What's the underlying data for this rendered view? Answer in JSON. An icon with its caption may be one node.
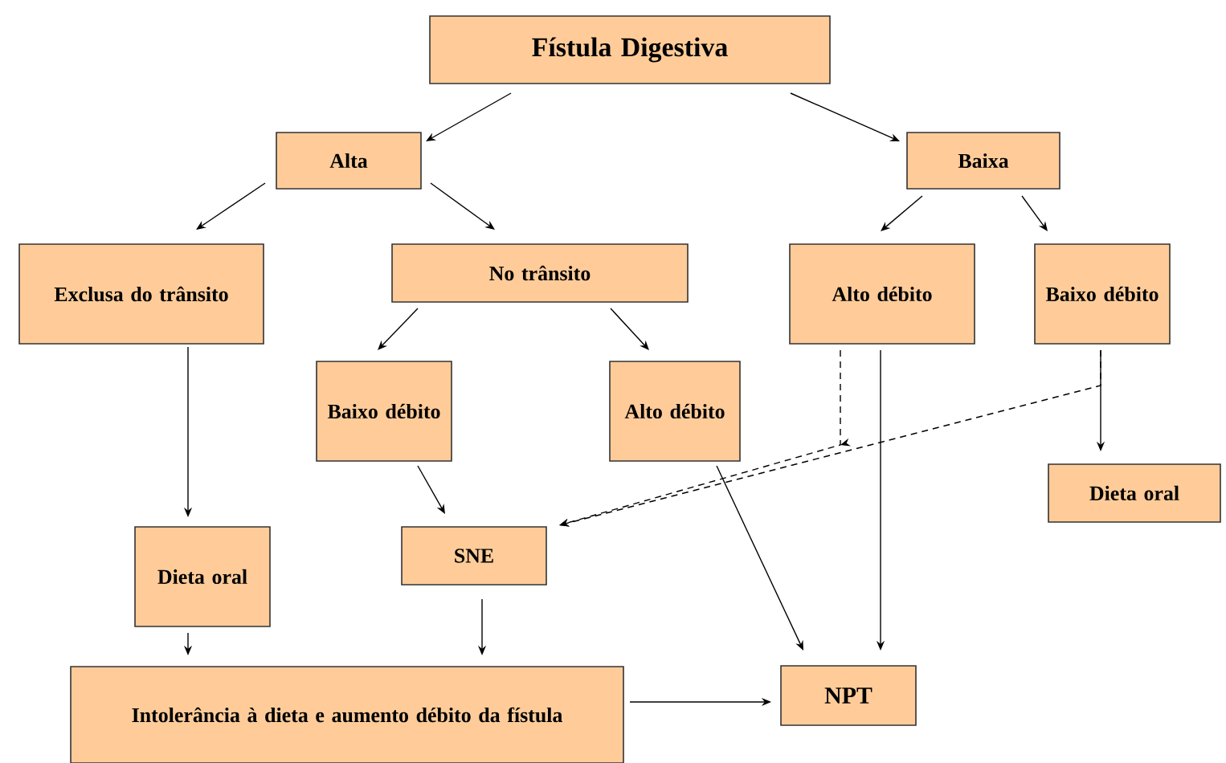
{
  "diagram": {
    "nodes": [
      {
        "text": [
          "Fístula Digestiva"
        ]
      },
      {
        "text": [
          "Alta"
        ]
      },
      {
        "text": [
          "Baixa"
        ]
      },
      {
        "text": [
          "Exclusa do trânsito"
        ]
      },
      {
        "text": [
          "No trânsito"
        ]
      },
      {
        "text": [
          "Alto débito"
        ]
      },
      {
        "text": [
          "Baixo débito"
        ]
      },
      {
        "text": [
          "Baixo débito"
        ]
      },
      {
        "text": [
          "Alto débito"
        ]
      },
      {
        "text": [
          "Dieta oral"
        ]
      },
      {
        "text": [
          "Dieta oral"
        ]
      },
      {
        "text": [
          "SNE"
        ]
      },
      {
        "text": [
          "Intolerância à dieta e aumento débito da fístula"
        ]
      },
      {
        "text": [
          "NPT"
        ]
      }
    ],
    "edges": [
      {
        "from": 0,
        "to": 1,
        "arrow": "to"
      },
      {
        "from": 0,
        "to": 2,
        "arrow": "to"
      },
      {
        "from": 1,
        "to": 3,
        "arrow": "to"
      },
      {
        "from": 1,
        "to": 4,
        "arrow": "to"
      },
      {
        "from": 2,
        "to": 5,
        "arrow": "to"
      },
      {
        "from": 2,
        "to": 6,
        "arrow": "to"
      },
      {
        "from": 4,
        "to": 7,
        "arrow": "to"
      },
      {
        "from": 4,
        "to": 8,
        "arrow": "to"
      },
      {
        "from": 3,
        "to": 10,
        "arrow": "to"
      },
      {
        "from": 7,
        "to": 11,
        "arrow": "to"
      },
      {
        "from": 6,
        "to": 9,
        "arrow": "to"
      },
      {
        "from": 5,
        "to": 11,
        "arrow": "to",
        "style": "dashed"
      },
      {
        "from": 6,
        "to": 11,
        "arrow": "to",
        "style": "dashed"
      },
      {
        "from": 8,
        "to": 13,
        "arrow": "to"
      },
      {
        "from": 5,
        "to": 13,
        "arrow": "to"
      },
      {
        "from": 11,
        "to": 12,
        "arrow": "to"
      },
      {
        "from": 10,
        "to": 12,
        "arrow": "to"
      },
      {
        "from": 12,
        "to": 13,
        "arrow": "to"
      }
    ]
  }
}
